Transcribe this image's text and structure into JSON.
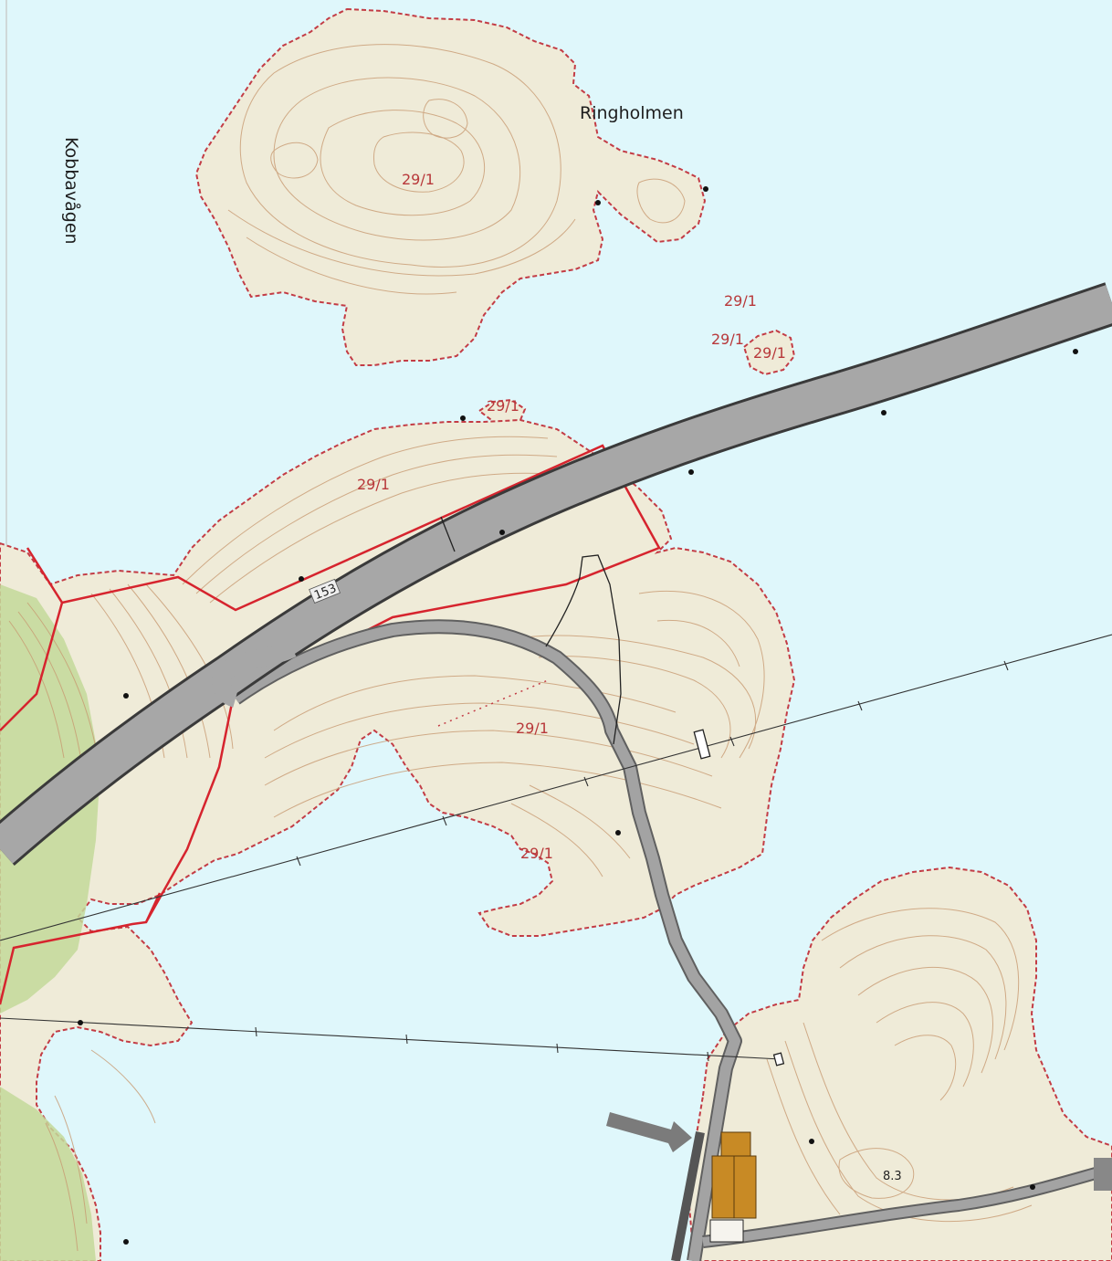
{
  "colors": {
    "water": "#dff7fb",
    "land": "#efebd8",
    "forest": "#c3d99a",
    "contour": "#c89a72",
    "shoreline": "#c33c45",
    "property": "#d6242e",
    "road": "#9b9b9b",
    "building": "#c88a25"
  },
  "places": {
    "ringholmen": "Ringholmen",
    "kobbavagen": "Kobbavågen"
  },
  "parcels": {
    "p1": "29/1",
    "p2": "29/1",
    "p3": "29/1",
    "p4": "29/1",
    "p5": "29/1",
    "p6": "29/1",
    "p7": "29/1",
    "p8": "29/1"
  },
  "road_number": "153",
  "spot_height": "8.3",
  "icons": {
    "arrow": "arrow-right-icon"
  }
}
